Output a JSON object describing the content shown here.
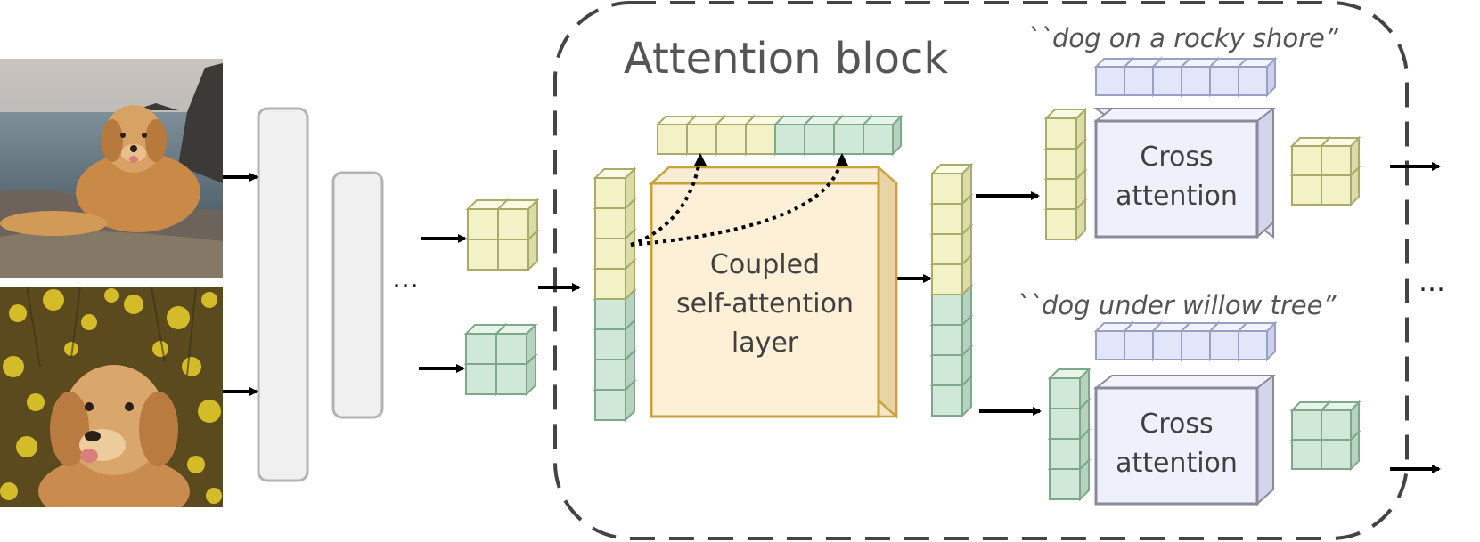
{
  "figure": {
    "images": [
      {
        "name": "dog-on-rocky-shore-photo"
      },
      {
        "name": "dog-under-willow-tree-photo"
      }
    ],
    "attention_block": {
      "title": "Attention block"
    },
    "coupled_layer": {
      "line1": "Coupled",
      "line2": "self-attention",
      "line3": "layer"
    },
    "cross_top": {
      "prompt": "``dog on a rocky shore”",
      "line1": "Cross",
      "line2": "attention"
    },
    "cross_bottom": {
      "prompt": "``dog under willow tree”",
      "line1": "Cross",
      "line2": "attention"
    },
    "ellipsis_left": "…",
    "ellipsis_right": "…",
    "colors": {
      "yellow_token": "#f2f2c6",
      "green_token": "#cfe8d7",
      "blue_token": "#e2e6f8",
      "coupled_fill": "#fdf0d6",
      "coupled_edge": "#c9a23a",
      "cross_fill": "#eef0fb",
      "dashed_border": "#444444"
    }
  }
}
